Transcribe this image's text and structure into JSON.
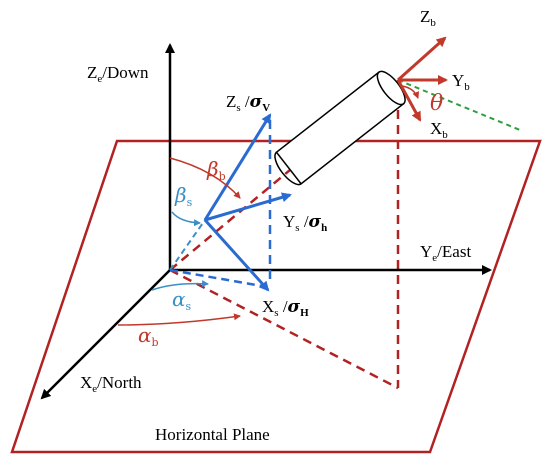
{
  "plane_label": "Horizontal Plane",
  "earth_axes": {
    "z": {
      "main": "Z",
      "sub": "e",
      "rest": "/Down"
    },
    "y": {
      "main": "Y",
      "sub": "e",
      "rest": "/East"
    },
    "x": {
      "main": "X",
      "sub": "e",
      "rest": "/North"
    }
  },
  "sensor_axes": {
    "z": {
      "main": "Z",
      "sub": "s",
      "sep": " /",
      "greek": "σ",
      "gsub": "V"
    },
    "y": {
      "main": "Y",
      "sub": "s",
      "sep": " /",
      "greek": "σ",
      "gsub": "h"
    },
    "x": {
      "main": "X",
      "sub": "s",
      "sep": " /",
      "greek": "σ",
      "gsub": "H"
    }
  },
  "body_axes": {
    "z": {
      "main": "Z",
      "sub": "b"
    },
    "y": {
      "main": "Y",
      "sub": "b"
    },
    "x": {
      "main": "X",
      "sub": "b"
    }
  },
  "angles": {
    "beta_b": {
      "sym": "β",
      "sub": "b"
    },
    "beta_s": {
      "sym": "β",
      "sub": "s"
    },
    "alpha_s": {
      "sym": "α",
      "sub": "s"
    },
    "alpha_b": {
      "sym": "α",
      "sub": "b"
    },
    "theta": {
      "sym": "θ"
    }
  },
  "colors": {
    "plane": "#b22222",
    "earth": "#000000",
    "sensor": "#2a6bd1",
    "body": "#c0392b",
    "angle_red": "#c0392b",
    "angle_blue": "#3a8fc7",
    "borehole": "#b22222",
    "green": "#2e9e3e"
  }
}
